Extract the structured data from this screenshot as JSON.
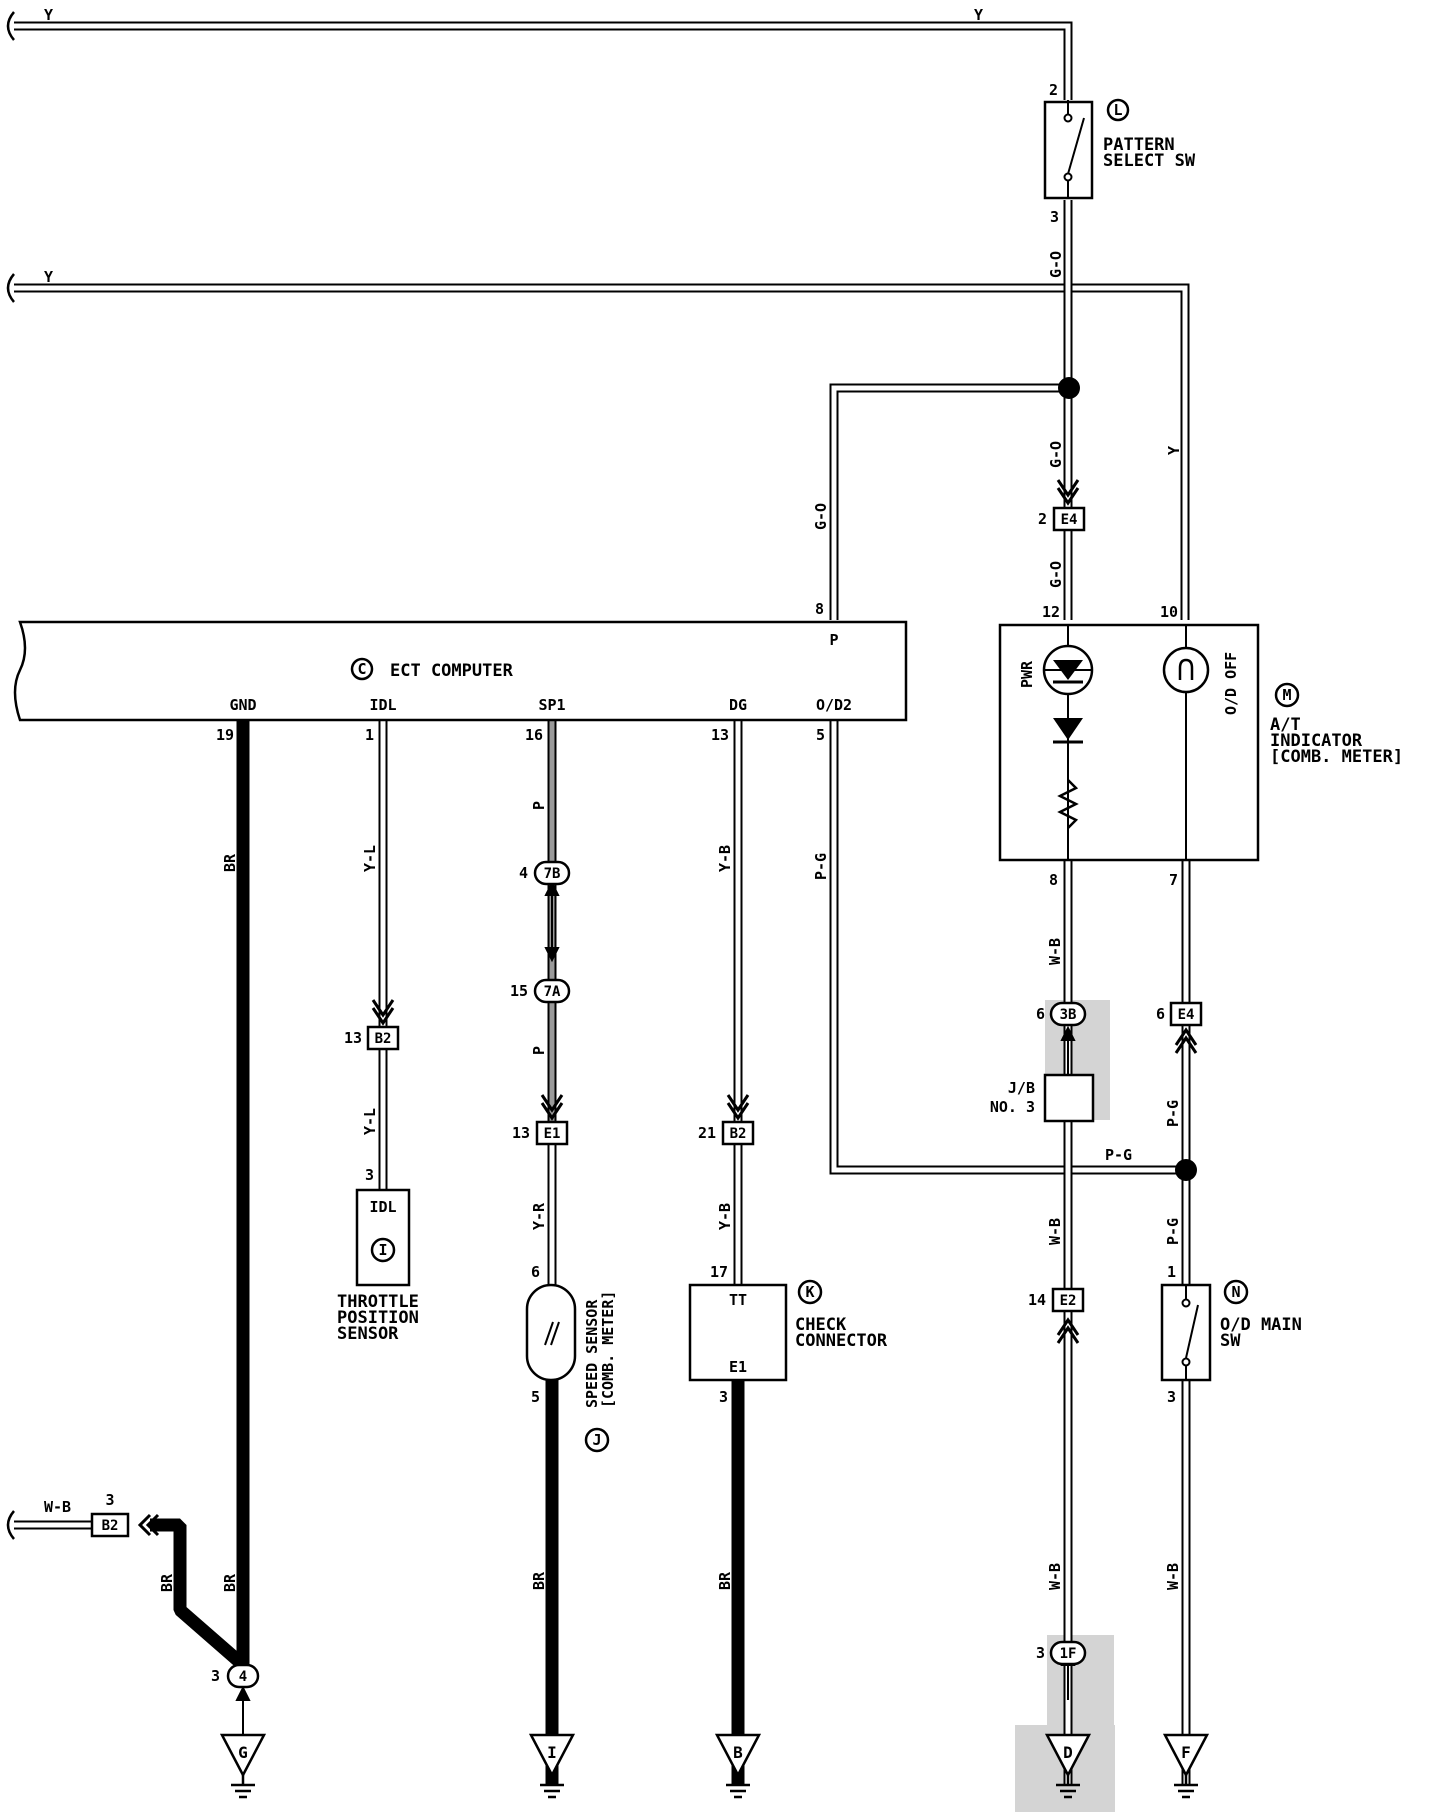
{
  "wire_colors": {
    "Y": "Y",
    "G_O": "G-O",
    "P_G": "P-G",
    "BR": "BR",
    "Y_L": "Y-L",
    "P": "P",
    "Y_B": "Y-B",
    "Y_R": "Y-R",
    "W_B": "W-B"
  },
  "components": {
    "ect": {
      "letter": "C",
      "name": "ECT COMPUTER",
      "terminals": {
        "p": "P",
        "gnd": "GND",
        "idl": "IDL",
        "sp1": "SP1",
        "dg": "DG",
        "od2": "O/D2"
      },
      "pins": {
        "p": "8",
        "gnd": "19",
        "idl": "1",
        "sp1": "16",
        "dg": "13",
        "od2": "5"
      }
    },
    "pattern_sw": {
      "letter": "L",
      "name1": "PATTERN",
      "name2": "SELECT SW",
      "pin_top": "2",
      "pin_bottom": "3"
    },
    "at_indicator": {
      "letter": "M",
      "name1": "A/T",
      "name2": "INDICATOR",
      "name3": "[COMB. METER]",
      "pwr": "PWR",
      "od_off": "O/D OFF",
      "pin_pwr_in": "12",
      "pin_odoff_in": "10",
      "pin_pwr_out": "8",
      "pin_odoff_out": "7"
    },
    "throttle": {
      "letter": "I",
      "terminal": "IDL",
      "name1": "THROTTLE",
      "name2": "POSITION",
      "name3": "SENSOR",
      "pin": "3"
    },
    "speed_sensor": {
      "letter": "J",
      "name1": "SPEED SENSOR",
      "name2": "[COMB. METER]",
      "pin_top": "6",
      "pin_bottom": "5"
    },
    "check_connector": {
      "letter": "K",
      "name1": "CHECK",
      "name2": "CONNECTOR",
      "t_top": "TT",
      "t_bottom": "E1",
      "pin_top": "17",
      "pin_bottom": "3"
    },
    "od_main_sw": {
      "letter": "N",
      "name1": "O/D MAIN",
      "name2": "SW",
      "pin_top": "1",
      "pin_bottom": "3"
    },
    "jb": {
      "name1": "J/B",
      "name2": "NO. 3"
    }
  },
  "connectors": {
    "e4_top": {
      "id": "E4",
      "pin": "2"
    },
    "e4_bottom": {
      "id": "E4",
      "pin": "6"
    },
    "b2_idl": {
      "id": "B2",
      "pin": "13"
    },
    "b2_dg": {
      "id": "B2",
      "pin": "21"
    },
    "b2_left": {
      "id": "B2",
      "pin": "3"
    },
    "e1": {
      "id": "E1",
      "pin": "13"
    },
    "e2": {
      "id": "E2",
      "pin": "14"
    },
    "c7b": {
      "id": "7B",
      "pin": "4"
    },
    "c7a": {
      "id": "7A",
      "pin": "15"
    },
    "c3b": {
      "id": "3B",
      "pin": "6"
    },
    "c1f": {
      "id": "1F",
      "pin": "3"
    },
    "c4": {
      "id": "4",
      "pin": "3"
    }
  },
  "grounds": {
    "g": "G",
    "i": "I",
    "b": "B",
    "d": "D",
    "f": "F"
  }
}
